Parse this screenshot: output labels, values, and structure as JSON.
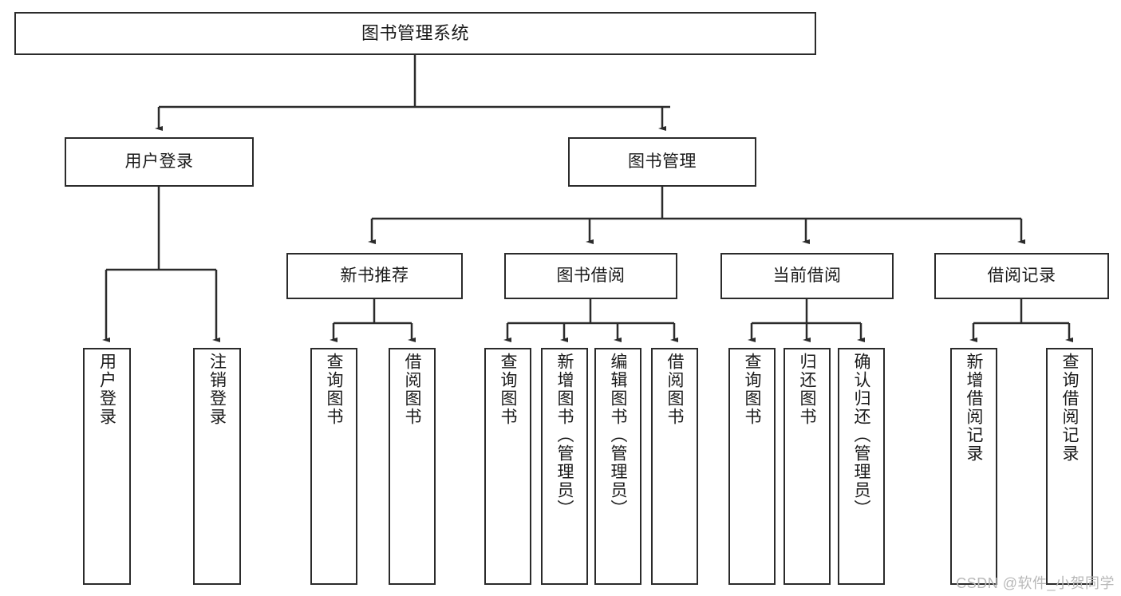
{
  "diagram": {
    "title": "图书管理系统",
    "type": "hierarchy-tree",
    "watermark": "CSDN @软件_小贺同学",
    "colors": {
      "box_border": "#2b2b2b",
      "box_fill": "#ffffff",
      "connector": "#2b2b2b",
      "text": "#1a1a1a",
      "watermark": "#b8b8b8"
    },
    "nodes": {
      "root": {
        "label": "图书管理系统"
      },
      "level2": [
        {
          "id": "user-login",
          "label": "用户登录"
        },
        {
          "id": "book-manage",
          "label": "图书管理"
        }
      ],
      "level3": [
        {
          "id": "new-book-rec",
          "label": "新书推荐"
        },
        {
          "id": "book-borrow",
          "label": "图书借阅"
        },
        {
          "id": "current-borrow",
          "label": "当前借阅"
        },
        {
          "id": "borrow-record",
          "label": "借阅记录"
        }
      ],
      "leaves": {
        "user_login": [
          {
            "id": "leaf-user-login",
            "label": "用户登录"
          },
          {
            "id": "leaf-logout",
            "label": "注销登录"
          }
        ],
        "new_book_rec": [
          {
            "id": "leaf-query-book-1",
            "label": "查询图书"
          },
          {
            "id": "leaf-borrow-book-1",
            "label": "借阅图书"
          }
        ],
        "book_borrow": [
          {
            "id": "leaf-query-book-2",
            "label": "查询图书"
          },
          {
            "id": "leaf-add-book",
            "label": "新增图书（管理员）"
          },
          {
            "id": "leaf-edit-book",
            "label": "编辑图书（管理员）"
          },
          {
            "id": "leaf-borrow-book-2",
            "label": "借阅图书"
          }
        ],
        "current_borrow": [
          {
            "id": "leaf-query-book-3",
            "label": "查询图书"
          },
          {
            "id": "leaf-return-book",
            "label": "归还图书"
          },
          {
            "id": "leaf-confirm-return",
            "label": "确认归还（管理员）"
          }
        ],
        "borrow_record": [
          {
            "id": "leaf-add-record",
            "label": "新增借阅记录"
          },
          {
            "id": "leaf-query-record",
            "label": "查询借阅记录"
          }
        ]
      }
    }
  }
}
